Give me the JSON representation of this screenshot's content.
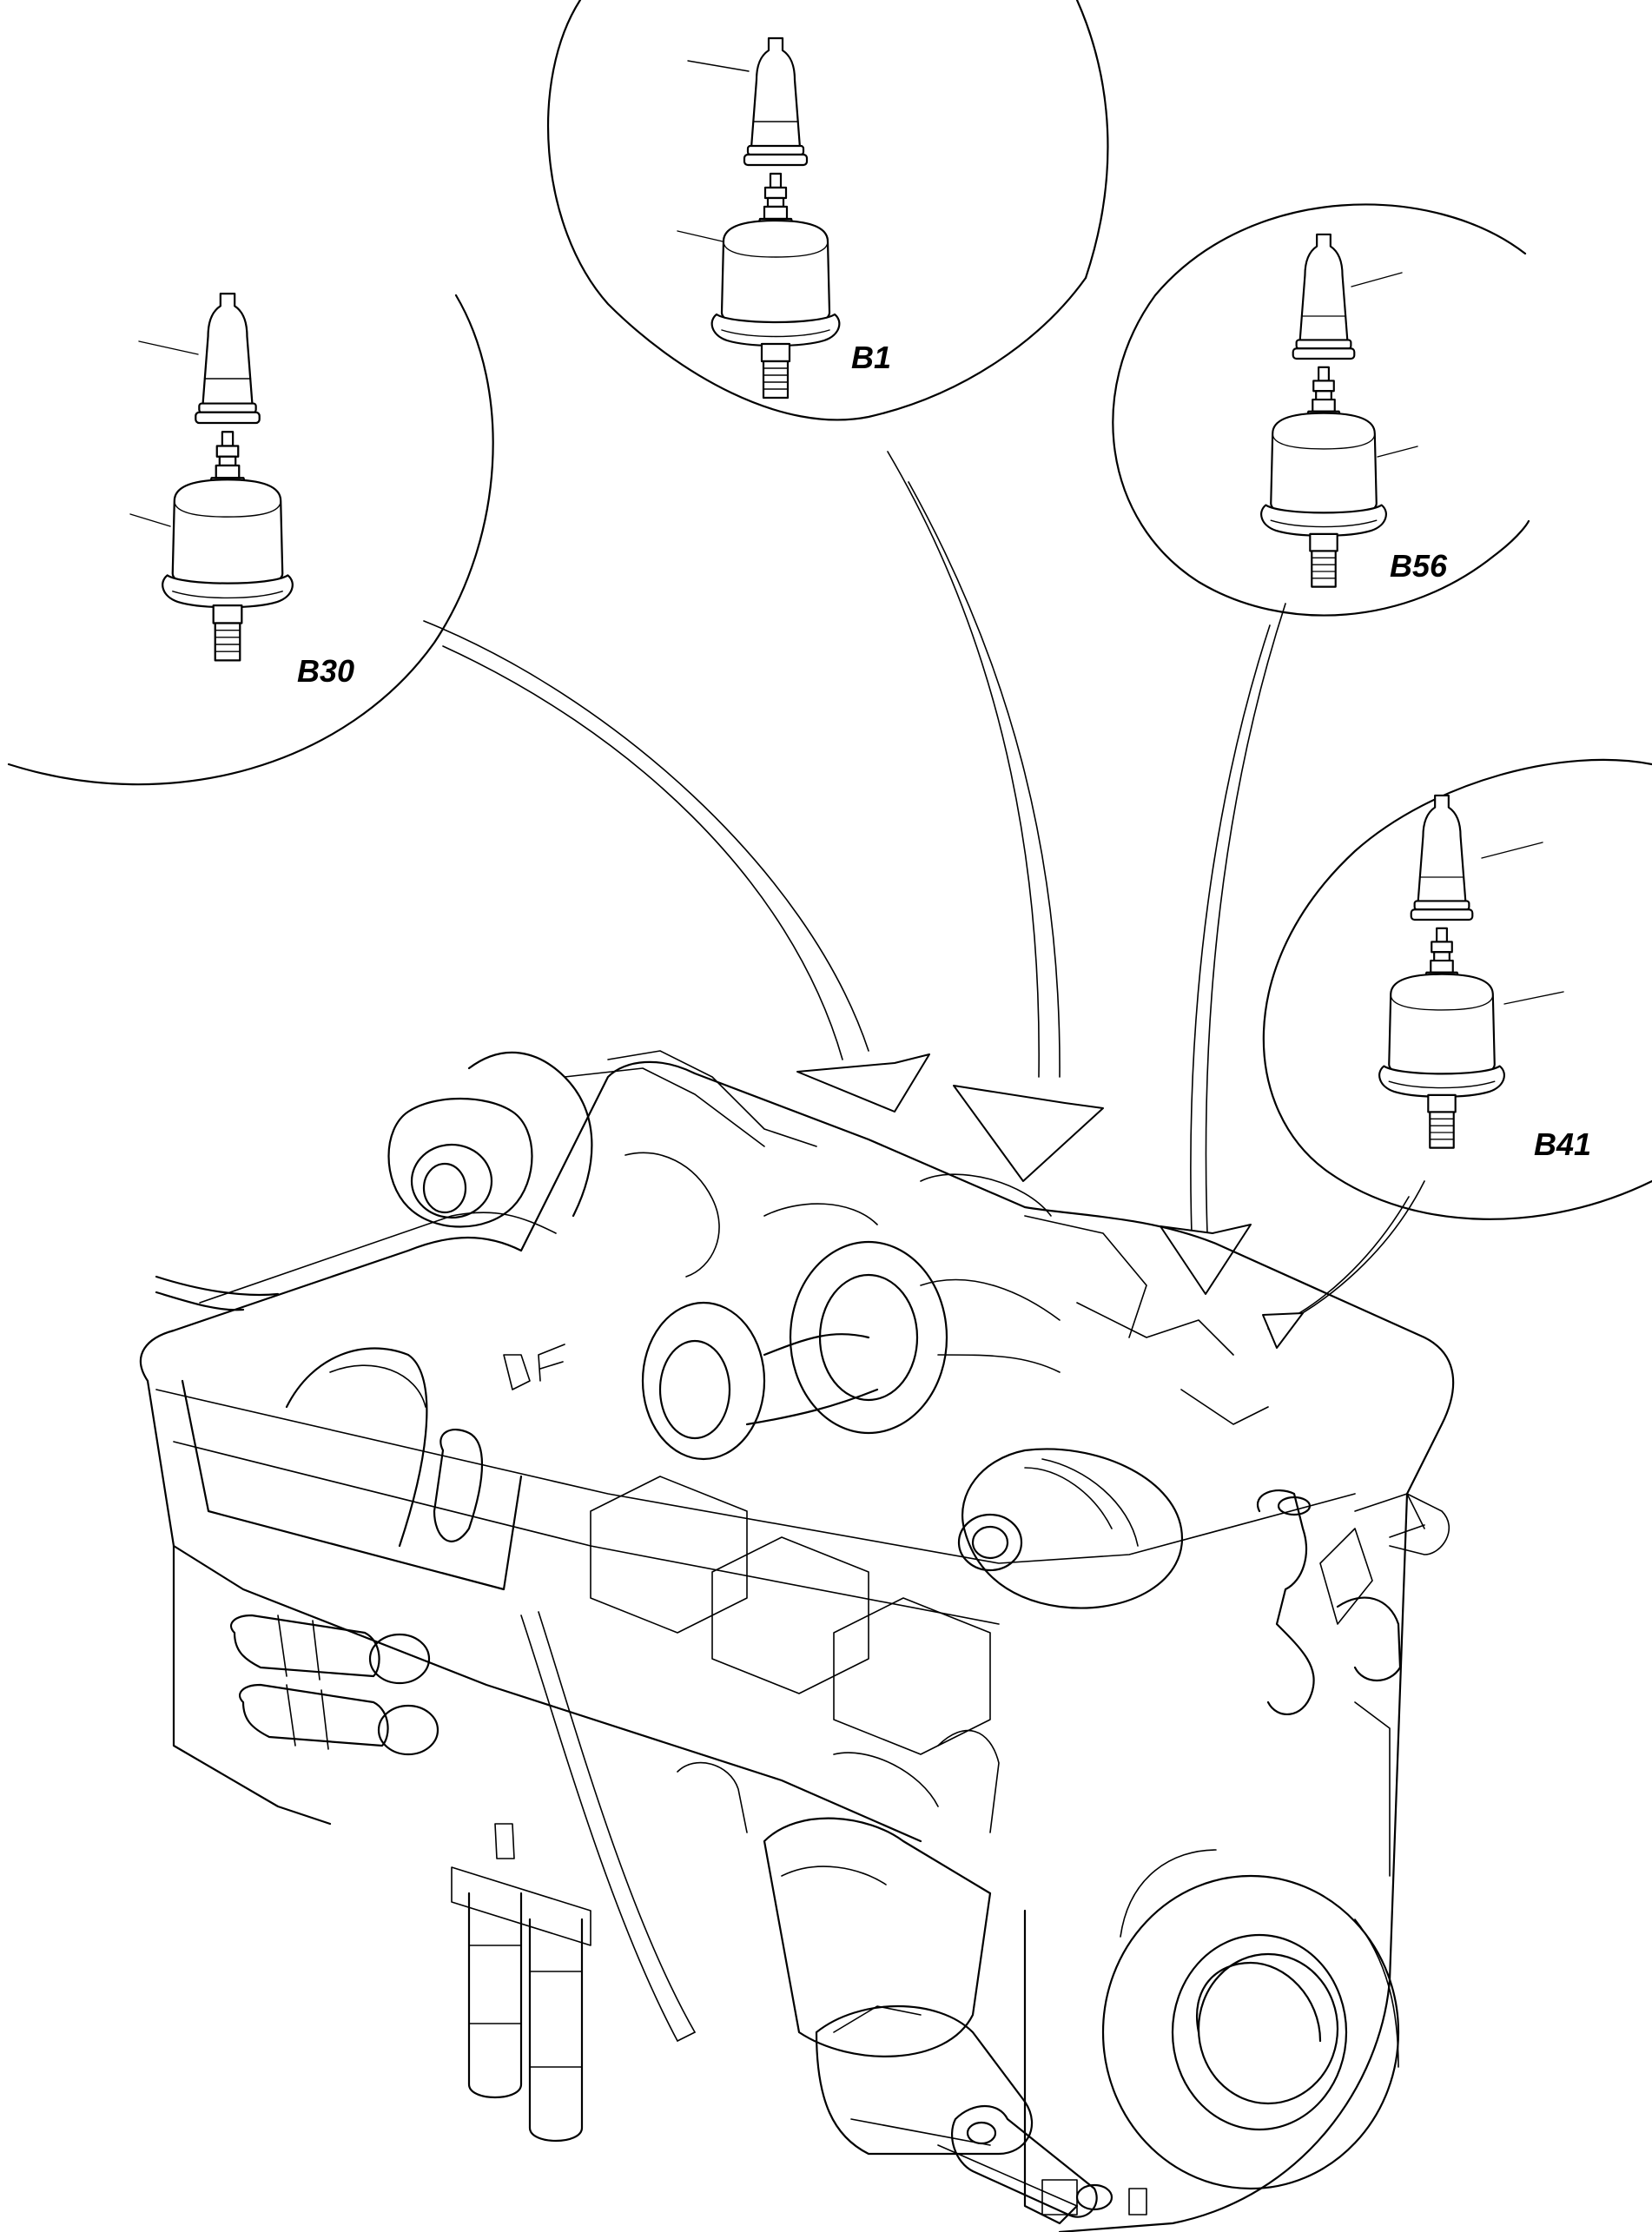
{
  "diagram": {
    "callouts": [
      {
        "id": "b1",
        "label": "B1"
      },
      {
        "id": "b30",
        "label": "B30"
      },
      {
        "id": "b56",
        "label": "B56"
      },
      {
        "id": "b41",
        "label": "B41"
      }
    ]
  }
}
